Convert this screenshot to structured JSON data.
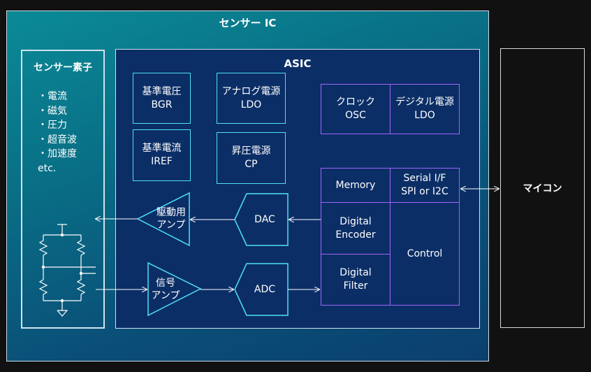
{
  "ic": {
    "title": "センサー IC"
  },
  "sensor": {
    "title": "センサー素子",
    "items": [
      "・電流",
      "・磁気",
      "・圧力",
      "・超音波",
      "・加速度",
      "etc."
    ]
  },
  "asic": {
    "title": "ASIC",
    "blocks": {
      "bgr": [
        "基準電圧",
        "BGR"
      ],
      "ldo_analog": [
        "アナログ電源",
        "LDO"
      ],
      "iref": [
        "基準電流",
        "IREF"
      ],
      "cp": [
        "昇圧電源",
        "CP"
      ],
      "osc": [
        "クロック",
        "OSC"
      ],
      "ldo_digital": [
        "デジタル電源",
        "LDO"
      ],
      "memory": "Memory",
      "serial": [
        "Serial I/F",
        "SPI or I2C"
      ],
      "encoder": [
        "Digital",
        "Encoder"
      ],
      "filter": [
        "Digital",
        "Filter"
      ],
      "control": "Control",
      "dac": "DAC",
      "adc": "ADC",
      "drive_amp": [
        "駆動用",
        "アンプ"
      ],
      "signal_amp": [
        "信号",
        "アンプ"
      ]
    }
  },
  "mcu": {
    "label": "マイコン"
  },
  "colors": {
    "analog_block": "#4fe0f5",
    "digital_block": "#a064ff",
    "asic_bg": "#0b2e66"
  }
}
